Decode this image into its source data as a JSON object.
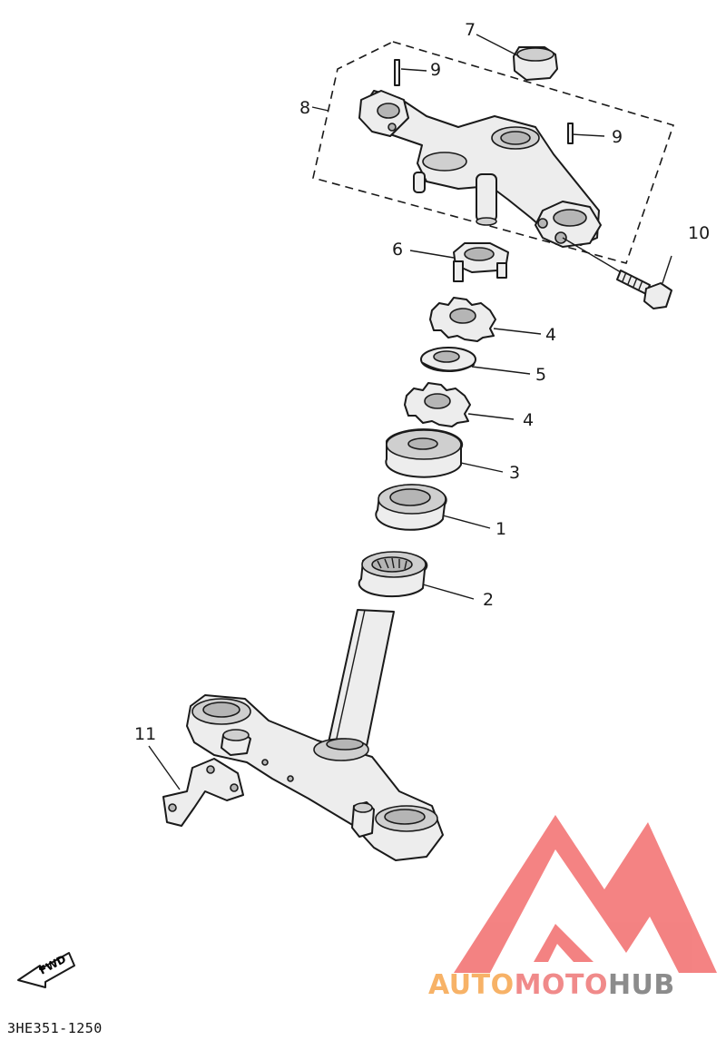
{
  "diagram": {
    "callouts": [
      {
        "id": "c7",
        "label": "7"
      },
      {
        "id": "c8",
        "label": "8"
      },
      {
        "id": "c9a",
        "label": "9"
      },
      {
        "id": "c9b",
        "label": "9"
      },
      {
        "id": "c10",
        "label": "10"
      },
      {
        "id": "c6",
        "label": "6"
      },
      {
        "id": "c4a",
        "label": "4"
      },
      {
        "id": "c5",
        "label": "5"
      },
      {
        "id": "c4b",
        "label": "4"
      },
      {
        "id": "c3",
        "label": "3"
      },
      {
        "id": "c1",
        "label": "1"
      },
      {
        "id": "c2",
        "label": "2"
      },
      {
        "id": "c11",
        "label": "11"
      }
    ],
    "fwd_label": "FWD",
    "diagram_code": "3HE351-1250"
  },
  "watermark": {
    "text_part1": "AUTO",
    "text_part2": "MOTO",
    "text_part3": "HUB",
    "color_part1": "#f7b267",
    "color_part2": "#f08a8a",
    "color_part3": "#8c8c8c",
    "mark_color": "#f26d6d"
  }
}
